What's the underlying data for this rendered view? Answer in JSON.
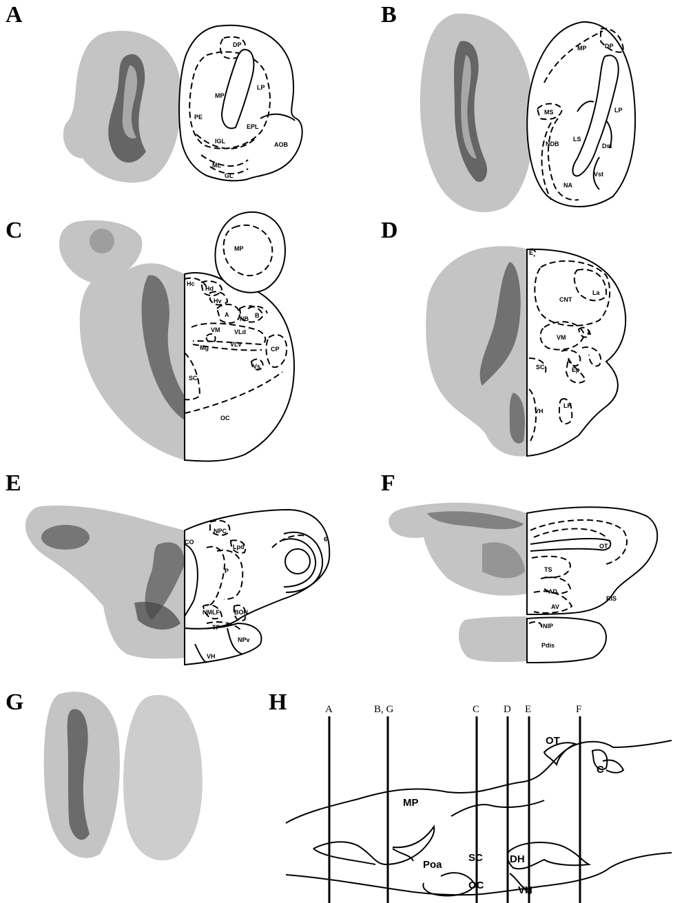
{
  "panels": {
    "A": {
      "letter": "A",
      "labels": [
        "DP",
        "MP",
        "LP",
        "PE",
        "EPL",
        "IGL",
        "AOB",
        "ML",
        "GL"
      ]
    },
    "B": {
      "letter": "B",
      "labels": [
        "MP",
        "DP",
        "MS",
        "LP",
        "LS",
        "NDB",
        "Dst",
        "NA",
        "Vst"
      ]
    },
    "C": {
      "letter": "C",
      "labels": [
        "MP",
        "Hc",
        "Hd",
        "Hv",
        "A",
        "NB",
        "B",
        "VM",
        "VLd",
        "Mg",
        "VLv",
        "CP",
        "Vs",
        "SC",
        "OC"
      ]
    },
    "D": {
      "letter": "D",
      "labels": [
        "E",
        "CNT",
        "La",
        "VM",
        "A",
        "SC",
        "Ep",
        "VH",
        "LH"
      ]
    },
    "E": {
      "letter": "E",
      "labels": [
        "NPC",
        "6",
        "CO",
        "Lpd",
        "P",
        "NMLF",
        "BON",
        "TP",
        "NPv",
        "VH"
      ]
    },
    "F": {
      "letter": "F",
      "labels": [
        "OT",
        "TS",
        "AD",
        "AV",
        "RIS",
        "NIP",
        "Pdis"
      ]
    },
    "G": {
      "letter": "G"
    },
    "H": {
      "letter": "H",
      "section_labels": [
        "A",
        "B, G",
        "C",
        "D",
        "E",
        "F"
      ],
      "region_labels": [
        "MP",
        "OT",
        "C",
        "Poa",
        "SC",
        "DH",
        "OC",
        "VH"
      ]
    }
  }
}
